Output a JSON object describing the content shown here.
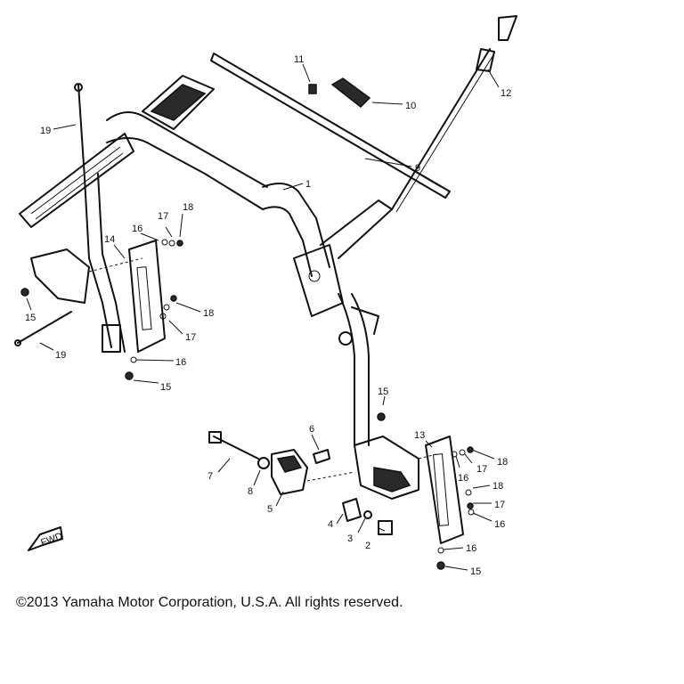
{
  "diagram": {
    "callouts": {
      "c1": "1",
      "c2": "2",
      "c3": "3",
      "c4": "4",
      "c5": "5",
      "c6": "6",
      "c7": "7",
      "c8": "8",
      "c9": "9",
      "c10": "10",
      "c11": "11",
      "c12": "12",
      "c13": "13",
      "c14": "14",
      "c15a": "15",
      "c15b": "15",
      "c15c": "15",
      "c15d": "15",
      "c16a": "16",
      "c16b": "16",
      "c16c": "16",
      "c16d": "16",
      "c16e": "16",
      "c17a": "17",
      "c17b": "17",
      "c17c": "17",
      "c17d": "17",
      "c18a": "18",
      "c18b": "18",
      "c18c": "18",
      "c18d": "18",
      "c19a": "19",
      "c19b": "19"
    },
    "fwd_label": "FWD"
  },
  "footer": {
    "copyright": "©2013 Yamaha Motor Corporation, U.S.A. All rights reserved."
  }
}
